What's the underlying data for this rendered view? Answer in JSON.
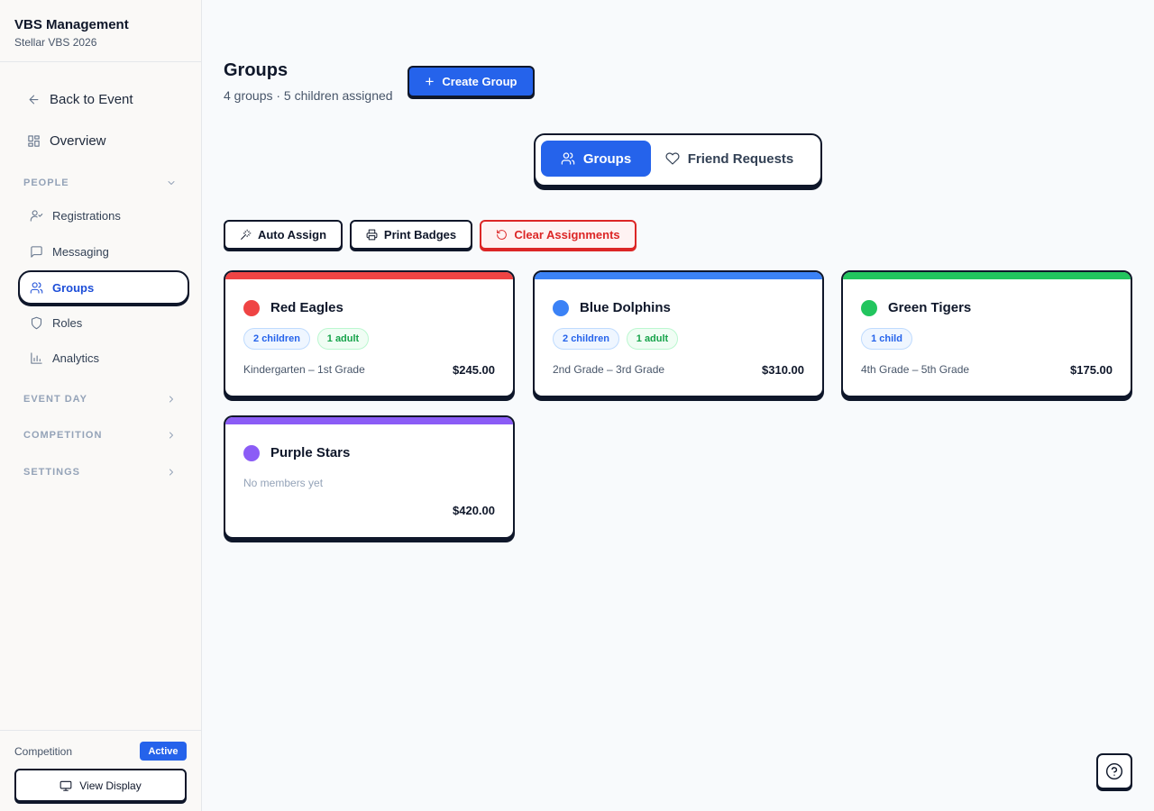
{
  "sidebar": {
    "brand_title": "VBS Management",
    "brand_subtitle": "Stellar VBS 2026",
    "back_label": "Back to Event",
    "overview_label": "Overview",
    "sections": {
      "people": "PEOPLE",
      "event_day": "EVENT DAY",
      "competition": "COMPETITION",
      "settings": "SETTINGS"
    },
    "people_items": [
      {
        "label": "Registrations",
        "icon": "user-check-icon"
      },
      {
        "label": "Messaging",
        "icon": "message-square-icon"
      },
      {
        "label": "Groups",
        "icon": "users-icon",
        "active": true
      },
      {
        "label": "Roles",
        "icon": "shield-icon"
      },
      {
        "label": "Analytics",
        "icon": "bar-chart-icon"
      }
    ],
    "footer": {
      "competition_label": "Competition",
      "status_badge": "Active",
      "view_display_label": "View Display"
    }
  },
  "header": {
    "title": "Groups",
    "subtitle": "4 groups · 5 children assigned",
    "create_button": "Create Group"
  },
  "tabs": [
    {
      "label": "Groups",
      "active": true,
      "icon": "users-icon"
    },
    {
      "label": "Friend Requests",
      "active": false,
      "icon": "heart-icon"
    }
  ],
  "actions": {
    "auto_assign": "Auto Assign",
    "print_badges": "Print Badges",
    "clear_assignments": "Clear Assignments"
  },
  "groups": [
    {
      "name": "Red Eagles",
      "color": "#ef4444",
      "children": "2 children",
      "adults": "1 adult",
      "grades": "Kindergarten – 1st Grade",
      "price": "$245.00"
    },
    {
      "name": "Blue Dolphins",
      "color": "#3b82f6",
      "children": "2 children",
      "adults": "1 adult",
      "grades": "2nd Grade – 3rd Grade",
      "price": "$310.00"
    },
    {
      "name": "Green Tigers",
      "color": "#22c55e",
      "children": "1 child",
      "adults": "",
      "grades": "4th Grade – 5th Grade",
      "price": "$175.00"
    },
    {
      "name": "Purple Stars",
      "color": "#8b5cf6",
      "empty_text": "No members yet",
      "price": "$420.00"
    }
  ],
  "colors": {
    "accent": "#2563eb",
    "danger": "#dc2626",
    "border": "#0f172a"
  }
}
